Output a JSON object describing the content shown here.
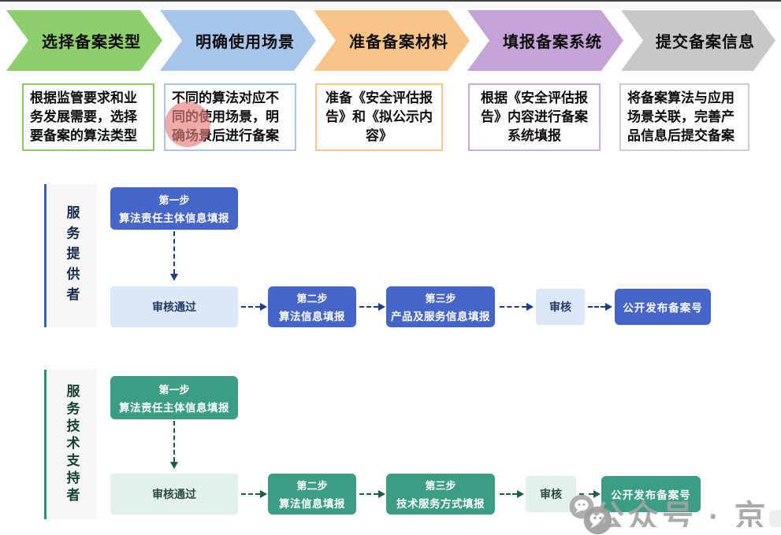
{
  "header": {
    "steps": [
      {
        "label": "选择备案类型",
        "desc": "根据监管要求和业务发展需要，选择要备案的算法类型",
        "arrow_color": "#8ECE6D",
        "border_color": "#8CCB6C"
      },
      {
        "label": "明确使用场景",
        "desc": "不同的算法对应不同的使用场景，明确场景后进行备案",
        "arrow_color": "#A7C5EA",
        "border_color": "#A9C7EB"
      },
      {
        "label": "准备备案材料",
        "desc": "准备《安全评估报告》和《拟公示内容》",
        "arrow_color": "#F8C488",
        "border_color": "#F6C68C"
      },
      {
        "label": "填报备案系统",
        "desc": "根据《安全评估报告》内容进行备案系统填报",
        "arrow_color": "#C5A3D8",
        "border_color": "#C9ABDC"
      },
      {
        "label": "提交备案信息",
        "desc": "将备案算法与应用场景关联，完善产品信息后提交备案",
        "arrow_color": "#C8C8C8",
        "border_color": "#CFCFCF"
      }
    ]
  },
  "lanes": [
    {
      "title": "服务提供者",
      "accent_color": "#4565C8",
      "line_color": "#3A5FAE",
      "step1_line1": "第一步",
      "step1_line2": "算法责任主体信息填报",
      "review_pass": "审核通过",
      "step2_line1": "第二步",
      "step2_line2": "算法信息填报",
      "step3_line1": "第三步",
      "step3_line2": "产品及服务信息填报",
      "review": "审核",
      "publish": "公开发布备案号"
    },
    {
      "title": "服务技术支持者",
      "accent_color": "#3B9D83",
      "line_color": "#2E8F77",
      "step1_line1": "第一步",
      "step1_line2": "算法责任主体信息填报",
      "review_pass": "审核通过",
      "step2_line1": "第二步",
      "step2_line2": "算法信息填报",
      "step3_line1": "第三步",
      "step3_line2": "技术服务方式填报",
      "review": "审核",
      "publish": "公开发布备案号"
    }
  ],
  "watermark": {
    "text": "公众号 · 京",
    "icon": "wechat-icon",
    "highlight_color": "rgba(231,124,128,0.65)"
  }
}
